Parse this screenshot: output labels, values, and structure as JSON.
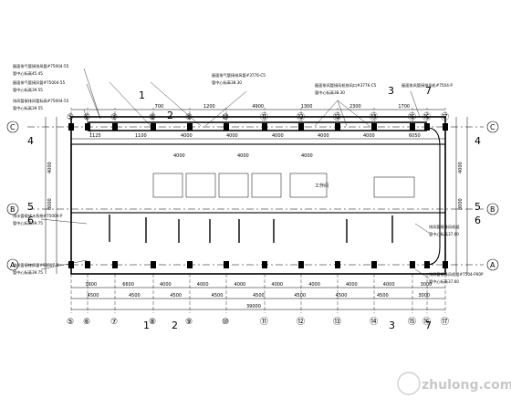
{
  "drawing": {
    "top_axes": [
      "⑤",
      "⑥",
      "⑦",
      "⑧",
      "⑨",
      "⑩",
      "⑪",
      "⑫",
      "⑬",
      "⑭",
      "⑮",
      "⑯",
      "⑰"
    ],
    "bottom_axes": [
      "⑤",
      "⑥",
      "⑦",
      "⑧",
      "⑨",
      "⑩",
      "⑪",
      "⑫",
      "⑬",
      "⑭",
      "⑮",
      "⑯",
      "⑰"
    ],
    "row_axes": [
      "C",
      "B",
      "A"
    ],
    "row_axes_right": [
      "C",
      "B",
      "A"
    ],
    "section_marks": {
      "one": "1",
      "two": "2",
      "three": "3",
      "four": "4",
      "five": "5",
      "six": "6",
      "seven": "7"
    },
    "top_dims": [
      "700",
      "1200",
      "4900",
      "1300",
      "2300",
      "1700"
    ],
    "mid_dims": [
      "1125",
      "1100",
      "4000",
      "4000",
      "4000",
      "4000",
      "4000",
      "6050"
    ],
    "bottom_dims_1": [
      "3600",
      "6600",
      "4000",
      "4000",
      "4000",
      "4000",
      "4000",
      "4000",
      "4000",
      "3000"
    ],
    "bottom_dims_2": [
      "4500",
      "4500",
      "4500",
      "4500",
      "4500",
      "4500",
      "4500",
      "4500",
      "3000"
    ],
    "total_dim": "39000",
    "left_dims": [
      "4000",
      "8000"
    ],
    "right_dims": [
      "4000",
      "8000"
    ],
    "rooms": [
      "4000",
      "4000",
      "4000",
      "工作间"
    ],
    "notes_left": [
      "屋面排气管接排风管#75004-55",
      "管中心标高45.45",
      "屋面排气管接风管#75004-55",
      "管中心标高39.55",
      "排风管接排风管标高#75004-55",
      "管中心标高39.55",
      "排水管接排水系统#75004-P",
      "管中心标高39.75",
      "排风管接排风管#S3307-P",
      "管中心标高39.75"
    ],
    "notes_top": [
      "屋面排气管接排风管#3776-C5",
      "管中心标高38.30",
      "屋面排风管接风机排风口#3776-C5",
      "管中心标高38.30",
      "屋面排风管接排风机#7504-P"
    ],
    "notes_right": [
      "排风管接排风机组",
      "管中心标高37.60",
      "排风管接排风机组#7504-P00P",
      "管中心标高37.60"
    ],
    "watermark": "zhulong.com"
  }
}
